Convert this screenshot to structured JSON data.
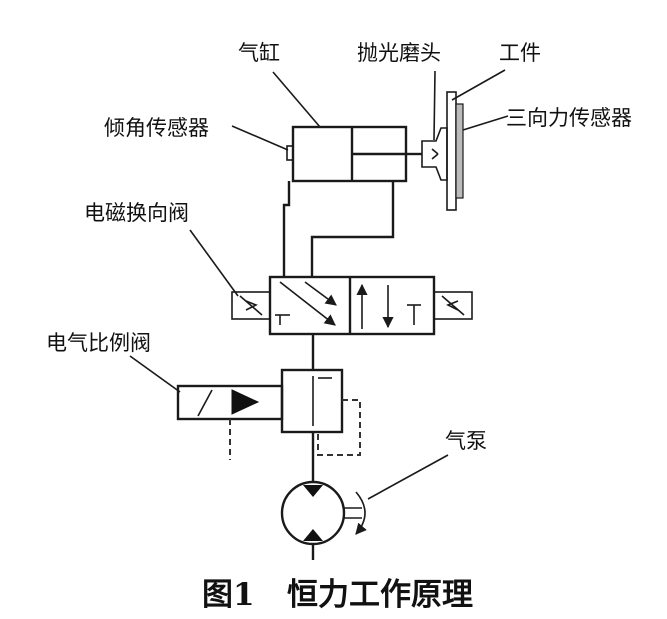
{
  "labels": {
    "cylinder": "气缸",
    "polishing_head": "抛光磨头",
    "workpiece": "工件",
    "tilt_sensor": "倾角传感器",
    "force_sensor": "三向力传感器",
    "solenoid_valve": "电磁换向阀",
    "proportional_valve": "电气比例阀",
    "air_pump": "气泵"
  },
  "caption": "图1   恒力工作原理"
}
